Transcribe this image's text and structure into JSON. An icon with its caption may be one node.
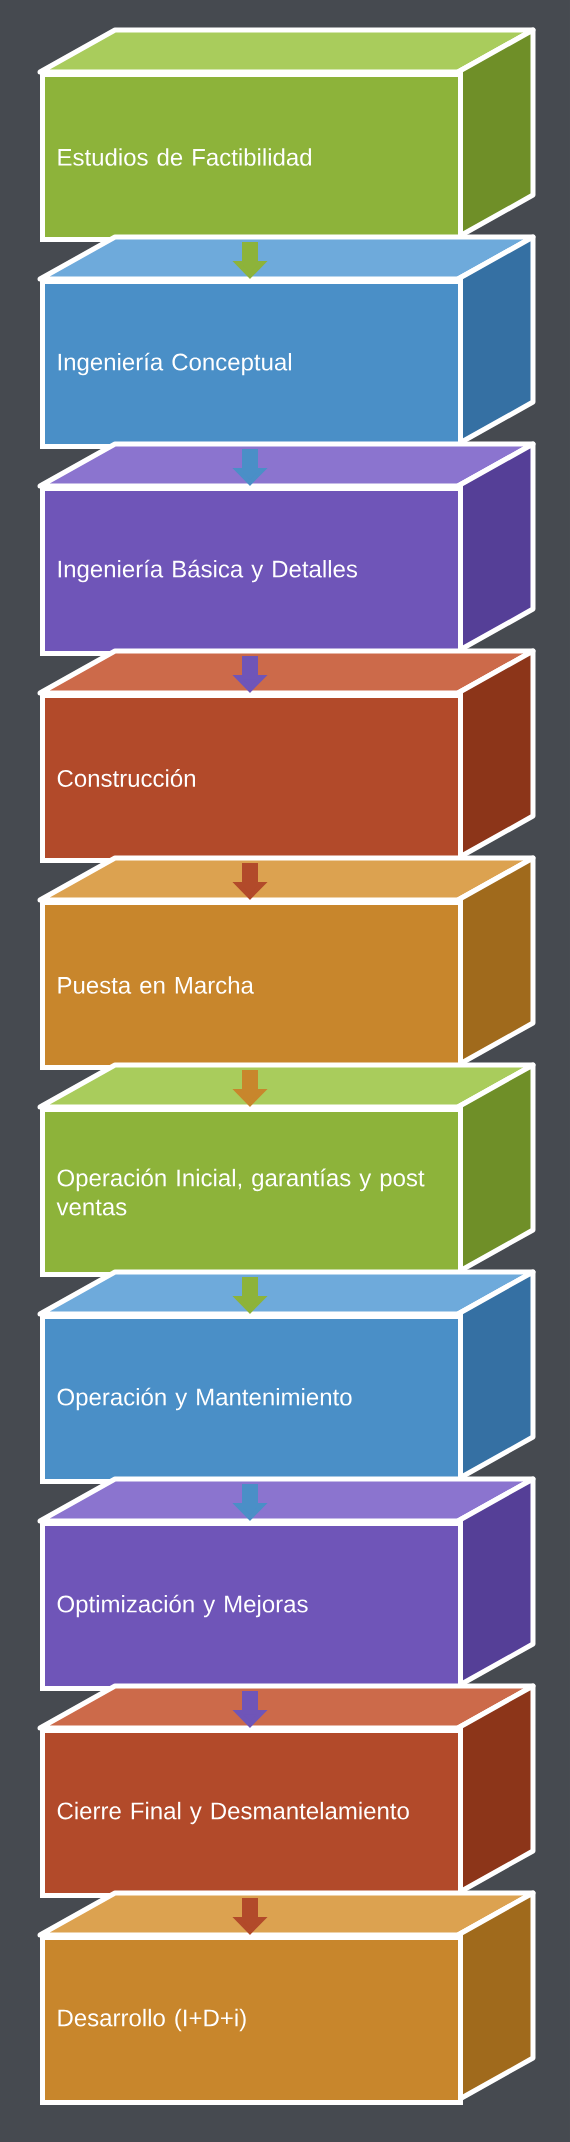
{
  "diagram": {
    "nodes": [
      {
        "text": [
          "Estudios de Factibilidad"
        ]
      },
      {
        "text": [
          "Ingeniería Conceptual"
        ]
      },
      {
        "text": [
          "Ingeniería Básica y Detalles"
        ]
      },
      {
        "text": [
          "Construcción"
        ]
      },
      {
        "text": [
          "Puesta en Marcha"
        ]
      },
      {
        "text": [
          "Operación Inicial, garantías y post ventas"
        ]
      },
      {
        "text": [
          "Operación y Mantenimiento"
        ]
      },
      {
        "text": [
          "Optimización y Mejoras"
        ]
      },
      {
        "text": [
          "Cierre Final y Desmantelamiento"
        ]
      },
      {
        "text": [
          "Desarrollo (I+D+i)"
        ]
      }
    ],
    "edges": [
      {
        "from": 0,
        "to": 1,
        "arrow": "to",
        "color": "#8db33a"
      },
      {
        "from": 1,
        "to": 2,
        "arrow": "to",
        "color": "#4a8fc7"
      },
      {
        "from": 2,
        "to": 3,
        "arrow": "to",
        "color": "#6f55b8"
      },
      {
        "from": 3,
        "to": 4,
        "arrow": "to",
        "color": "#b24a2a"
      },
      {
        "from": 4,
        "to": 5,
        "arrow": "to",
        "color": "#c8862c"
      },
      {
        "from": 5,
        "to": 6,
        "arrow": "to",
        "color": "#8db33a"
      },
      {
        "from": 6,
        "to": 7,
        "arrow": "to",
        "color": "#4a8fc7"
      },
      {
        "from": 7,
        "to": 8,
        "arrow": "to",
        "color": "#6f55b8"
      },
      {
        "from": 8,
        "to": 9,
        "arrow": "to",
        "color": "#b24a2a"
      }
    ]
  }
}
